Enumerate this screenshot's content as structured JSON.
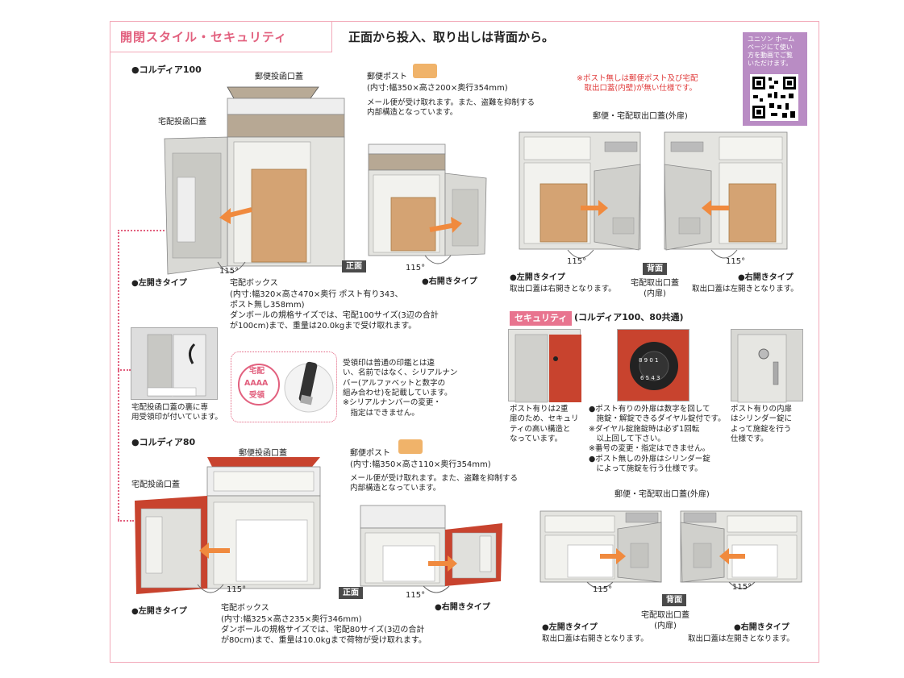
{
  "header": {
    "section_title": "開閉スタイル・セキュリティ",
    "headline": "正面から投入、取り出しは背面から。"
  },
  "qr": {
    "text": "ユニソン ホーム\nページにて使い\n方を動画でご覧\nいただけます。"
  },
  "notice": "※ポスト無しは郵便ポスト及び宅配\n　取出口蓋(内壁)が無い仕様です。",
  "c100": {
    "name": "●コルディア100",
    "mail_lid": "郵便投函口蓋",
    "mail_post": "郵便ポスト",
    "mail_post_dims": "(内寸:幅350×高さ200×奥行354mm)",
    "mail_post_desc": "メール便が受け取れます。また、盗難を抑制する\n内部構造となっています。",
    "delivery_lid": "宅配投函口蓋",
    "angle_left": "115°",
    "angle_right": "115°",
    "front": "正面",
    "left_type": "●左開きタイプ",
    "right_type": "●右開きタイプ",
    "box_label": "宅配ボックス",
    "box_desc": "(内寸:幅320×高さ470×奥行 ポスト有り343、\nポスト無し358mm)\nダンボールの規格サイズでは、宅配100サイズ(3辺の合計\nが100cm)まで、重量は20.0kgまで受け取れます。"
  },
  "back100": {
    "outer_lid": "郵便・宅配取出口蓋(外扉)",
    "angle_left": "115°",
    "angle_right": "115°",
    "back": "背面",
    "left_type": "●左開きタイプ",
    "left_desc": "取出口蓋は右開きとなります。",
    "right_type": "●右開きタイプ",
    "right_desc": "取出口蓋は左開きとなります。",
    "inner_lid": "宅配取出口蓋\n(内扉)"
  },
  "stamp": {
    "caption": "宅配投函口蓋の裏に専\n用受領印が付いています。",
    "stamp_top": "宅配",
    "stamp_mid": "AAAA",
    "stamp_bot": "受領",
    "desc": "受領印は普通の印鑑とは違\nい、名前ではなく、シリアルナン\nバー(アルファベットと数字の\n組み合わせ)を記載しています。\n※シリアルナンバーの変更・\n　指定はできません。"
  },
  "security": {
    "label": "セキュリティ",
    "title": "(コルディア100、80共通)",
    "p1": "ポスト有りは2重\n扉のため、セキュリ\nティの高い構造と\nなっています。",
    "p2": "●ポスト有りの外扉は数字を回して\n　施錠・解錠できるダイヤル錠付です。\n※ダイヤル錠施錠時は必ず1回転\n　以上回して下さい。\n※番号の変更・指定はできません。\n●ポスト無しの外扉はシリンダー錠\n　によって施錠を行う仕様です。",
    "p3": "ポスト有りの内扉\nはシリンダー錠に\nよって施錠を行う\n仕様です。"
  },
  "c80": {
    "name": "●コルディア80",
    "mail_lid": "郵便投函口蓋",
    "mail_post": "郵便ポスト",
    "mail_post_dims": "(内寸:幅350×高さ110×奥行354mm)",
    "mail_post_desc": "メール便が受け取れます。また、盗難を抑制する\n内部構造となっています。",
    "delivery_lid": "宅配投函口蓋",
    "angle_left": "115°",
    "angle_right": "115°",
    "front": "正面",
    "left_type": "●左開きタイプ",
    "right_type": "●右開きタイプ",
    "box_label": "宅配ボックス",
    "box_desc": "(内寸:幅325×高さ235×奥行346mm)\nダンボールの規格サイズでは、宅配80サイズ(3辺の合計\nが80cm)まで、重量は10.0kgまで荷物が受け取れます。"
  },
  "back80": {
    "outer_lid": "郵便・宅配取出口蓋(外扉)",
    "angle_left": "115°",
    "angle_right": "115°",
    "back": "背面",
    "inner_lid": "宅配取出口蓋\n(内扉)",
    "left_type": "●左開きタイプ",
    "left_desc": "取出口蓋は右開きとなります。",
    "right_type": "●右開きタイプ",
    "right_desc": "取出口蓋は左開きとなります。"
  },
  "colors": {
    "accent": "#e2607e",
    "cabinet": "#dcdcd8",
    "red": "#c8432e",
    "cardboard": "#d4a373"
  }
}
